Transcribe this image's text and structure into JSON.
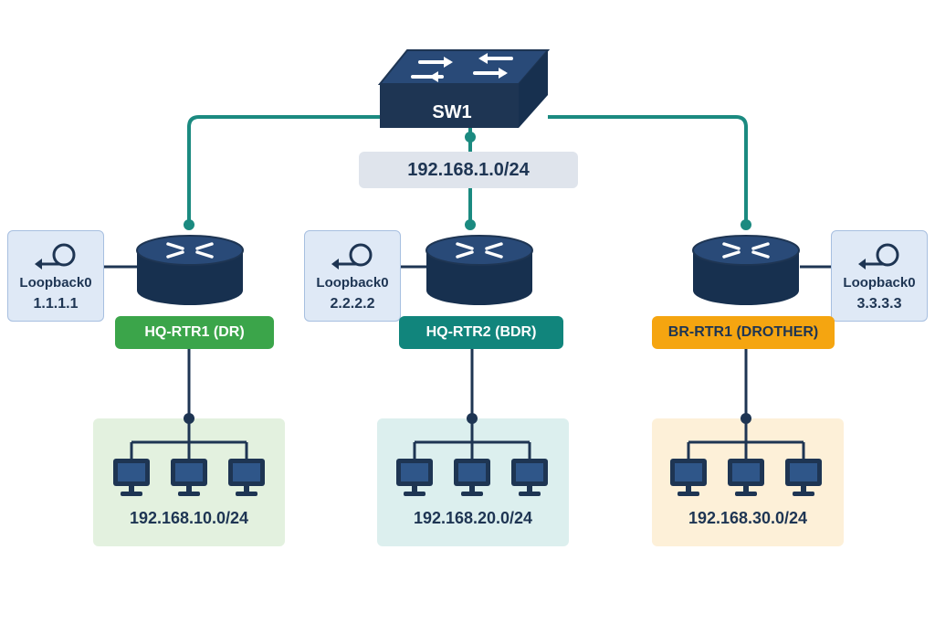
{
  "switch": {
    "label": "SW1"
  },
  "shared_subnet": "192.168.1.0/24",
  "routers": [
    {
      "name": "HQ-RTR1 (DR)",
      "loopback_name": "Loopback0",
      "loopback_ip": "1.1.1.1",
      "lan": "192.168.10.0/24",
      "role_color": "#3ba54a"
    },
    {
      "name": "HQ-RTR2 (BDR)",
      "loopback_name": "Loopback0",
      "loopback_ip": "2.2.2.2",
      "lan": "192.168.20.0/24",
      "role_color": "#11857c"
    },
    {
      "name": "BR-RTR1 (DROTHER)",
      "loopback_name": "Loopback0",
      "loopback_ip": "3.3.3.3",
      "lan": "192.168.30.0/24",
      "role_color": "#f5a510"
    }
  ],
  "colors": {
    "navy": "#1e3553",
    "link_teal": "#1b8a80",
    "loopback_bg": "#dfe9f6",
    "lan_green": "#e3f1df",
    "lan_teal": "#dcefee",
    "lan_orange": "#fdf0d8"
  },
  "icons": [
    "switch-icon",
    "router-icon",
    "loopback-icon",
    "pc-icon"
  ]
}
